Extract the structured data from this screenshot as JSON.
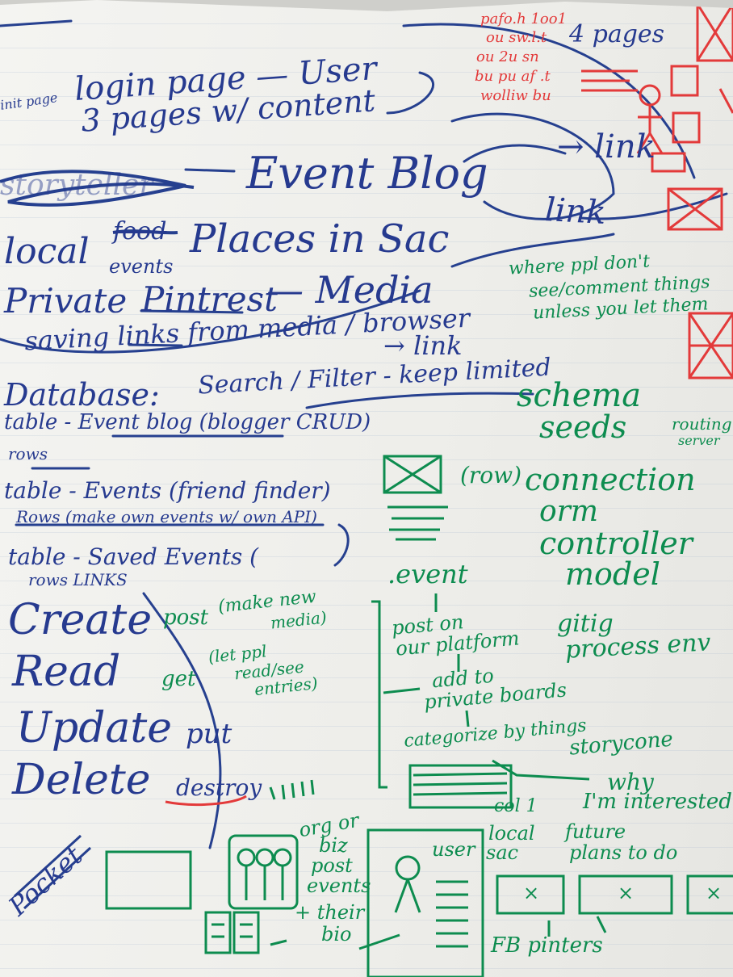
{
  "whiteboard": {
    "top_left": {
      "init_page": "init page",
      "login": "login page — User",
      "pages": "3 pages w/ content"
    },
    "top_right_red": {
      "pages_4": "4 pages",
      "mirror_1": "pafo.h 1oo1",
      "mirror_2": "ou sw.l.t",
      "mirror_3": "ou 2u sn",
      "mirror_4": "bu pu af .t",
      "mirror_5": "wolliw bu"
    },
    "main_blue": {
      "storyteller": "storyteller",
      "event_blog": "Event Blog",
      "link_1": "→ link",
      "link_2": "link",
      "local": "local",
      "food": "food",
      "events": "events",
      "places": "Places in Sac",
      "private": "Private",
      "pintrest": "Pintrest",
      "media": "— Media",
      "saving_links": "saving links from media / browser",
      "link_3": "→ link",
      "database": "Database:",
      "search_filter": "Search / Filter - keep limited",
      "table_event_blog": "table - Event blog (blogger CRUD)",
      "rows_1": "rows",
      "table_events": "table - Events (friend finder)",
      "rows_api": "Rows (make own events w/ own API)",
      "table_saved": "table - Saved Events (",
      "rows_links": "rows      LINKS",
      "create": "Create",
      "read": "Read",
      "update": "Update",
      "delete": "Delete",
      "put": "put",
      "destroy": "destroy",
      "pocket": "Pocket"
    },
    "green": {
      "privacy_1": "where ppl don't",
      "privacy_2": "see/comment things",
      "privacy_3": "unless you let them",
      "schema": "schema",
      "seeds": "seeds",
      "routing": "routing",
      "server": "server",
      "row": "(row)",
      "connection": "connection",
      "orm": "orm",
      "controller": "controller",
      "model": "model",
      "event": ".event",
      "post": "post",
      "make_new": "(make new",
      "media_n": "media)",
      "get": "get",
      "let_ppl": "(let ppl",
      "read_see": "read/see",
      "entries": "entries)",
      "post_on": "post on",
      "platform": "our platform",
      "gitig": "gitig",
      "process_env": "process env",
      "add_to": "add to",
      "private_boards": "private boards",
      "categorize": "categorize by things",
      "storycone": "storycone",
      "why": "why",
      "interested": "I'm interested",
      "col1": "col 1",
      "org": "org or",
      "biz": "biz",
      "post2": "post",
      "events2": "events",
      "their": "+ their",
      "bio": "bio",
      "user": "user",
      "local_sac_1": "local",
      "local_sac_2": "sac",
      "future_1": "future",
      "future_2": "plans to do",
      "fb_pinters": "FB pinters"
    }
  }
}
